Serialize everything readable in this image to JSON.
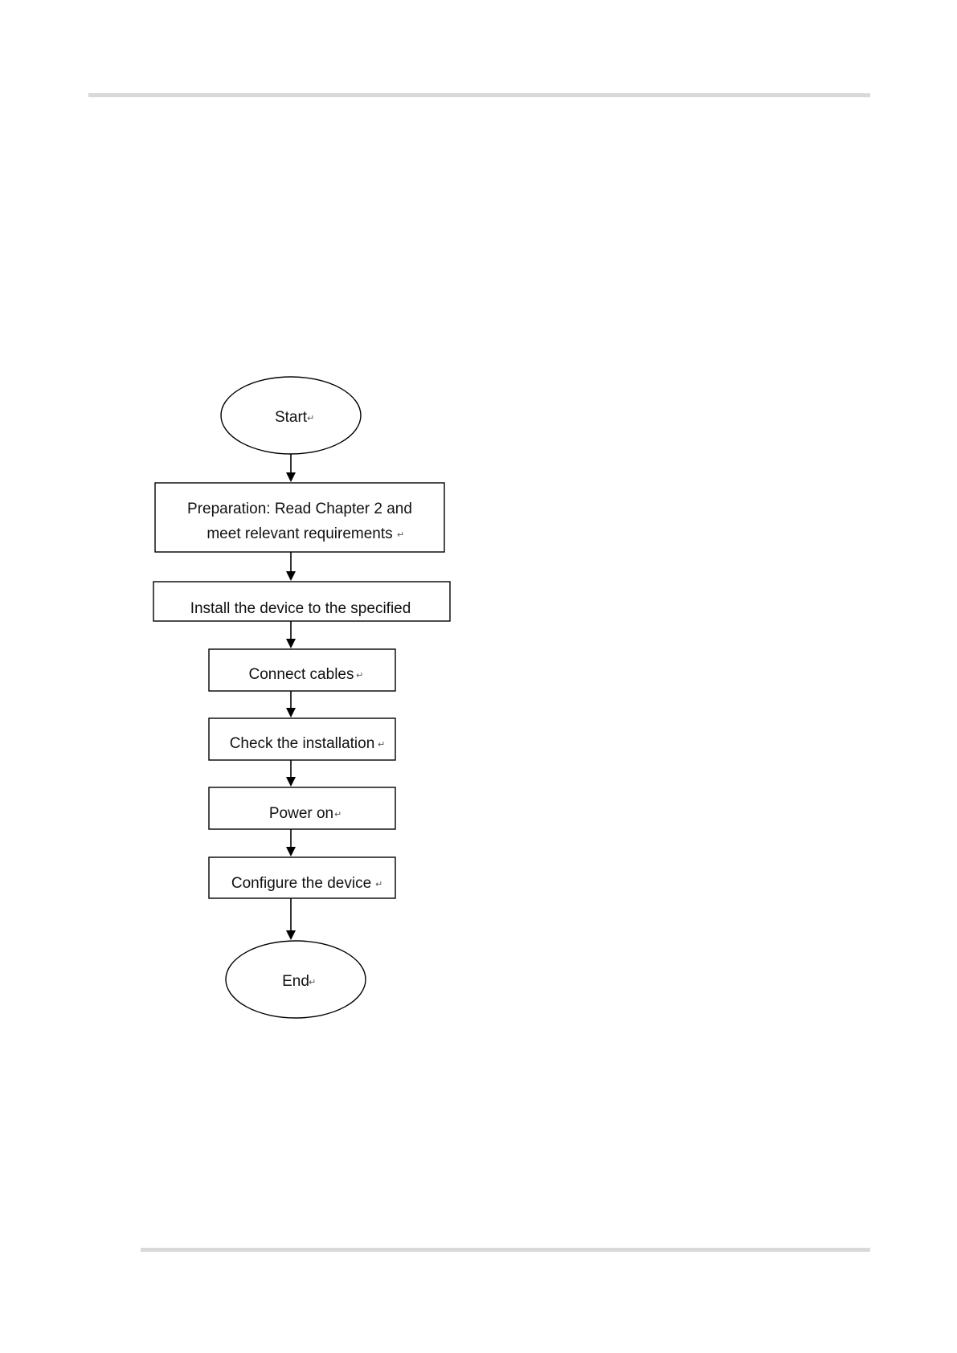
{
  "flowchart": {
    "start": "Start",
    "steps": [
      [
        "Preparation: Read Chapter 2 and",
        "meet relevant requirements"
      ],
      [
        "Install the device to the specified"
      ],
      [
        "Connect cables"
      ],
      [
        "Check the installation"
      ],
      [
        "Power on"
      ],
      [
        "Configure the device"
      ]
    ],
    "end": "End"
  }
}
